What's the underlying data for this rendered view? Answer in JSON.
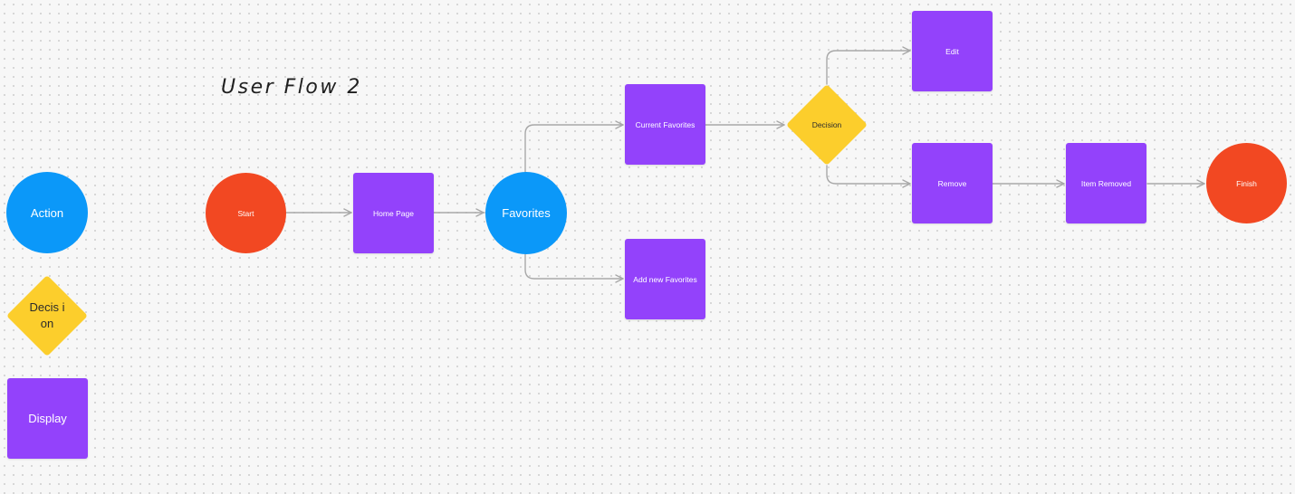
{
  "diagram": {
    "title": "User Flow 2",
    "colors": {
      "action": "#0b98f9",
      "decision": "#fcce2c",
      "display": "#9342fb",
      "terminal": "#f24822",
      "connector": "#a8a8a8"
    },
    "legend": {
      "action": "Action",
      "decision": "Decis ion",
      "display": "Display"
    },
    "nodes": {
      "start": "Start",
      "home_page": "Home Page",
      "favorites": "Favorites",
      "current_favorites": "Current Favorites",
      "add_new_favorites": "Add new Favorites",
      "decision": "Decision",
      "edit": "Edit",
      "remove": "Remove",
      "item_removed": "Item Removed",
      "finish": "Finish"
    },
    "edges": [
      {
        "from": "start",
        "to": "home_page"
      },
      {
        "from": "home_page",
        "to": "favorites"
      },
      {
        "from": "favorites",
        "to": "current_favorites"
      },
      {
        "from": "favorites",
        "to": "add_new_favorites"
      },
      {
        "from": "current_favorites",
        "to": "decision"
      },
      {
        "from": "decision",
        "to": "edit"
      },
      {
        "from": "decision",
        "to": "remove"
      },
      {
        "from": "remove",
        "to": "item_removed"
      },
      {
        "from": "item_removed",
        "to": "finish"
      }
    ]
  }
}
